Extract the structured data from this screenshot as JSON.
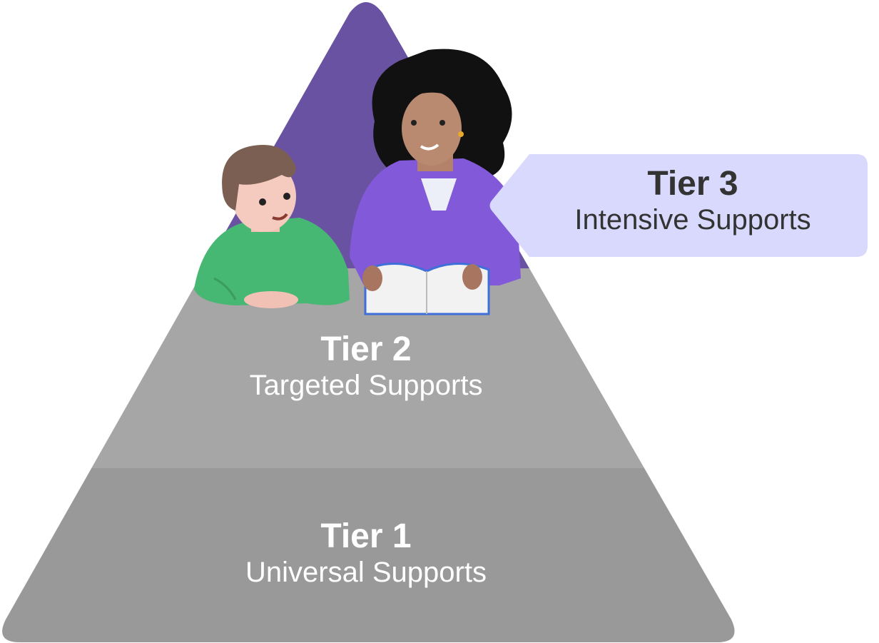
{
  "tiers": [
    {
      "title": "Tier 1",
      "subtitle": "Universal Supports",
      "color": "#999999"
    },
    {
      "title": "Tier 2",
      "subtitle": "Targeted Supports",
      "color": "#a6a6a6"
    },
    {
      "title": "Tier 3",
      "subtitle": "Intensive Supports",
      "color": "#6a52a3",
      "callout_color": "#d8d9fc"
    }
  ]
}
